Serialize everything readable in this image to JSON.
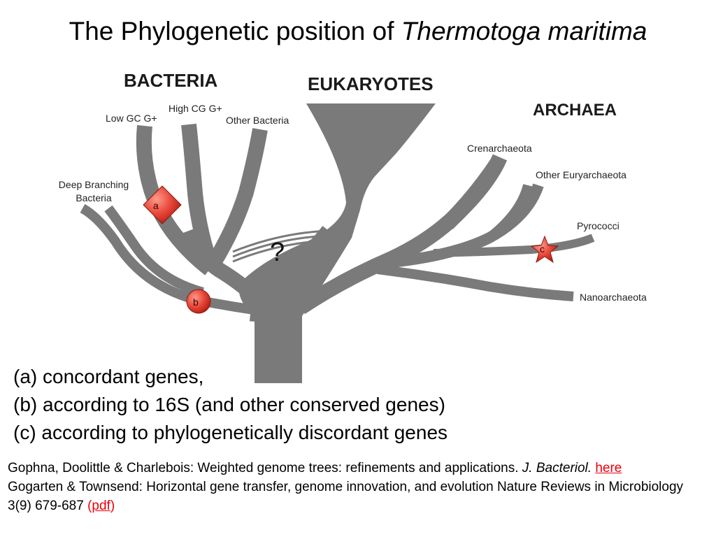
{
  "title": {
    "text": "The Phylogenetic position of ",
    "species": "Thermotoga maritima"
  },
  "tree": {
    "groups": {
      "bacteria": "BACTERIA",
      "eukaryotes": "EUKARYOTES",
      "archaea": "ARCHAEA"
    },
    "taxa": {
      "low_gc": "Low GC G+",
      "high_cg": "High CG G+",
      "other_bacteria": "Other Bacteria",
      "deep_branching_1": "Deep Branching",
      "deep_branching_2": "Bacteria",
      "crenarchaeota": "Crenarchaeota",
      "other_euryarchaeota": "Other Euryarchaeota",
      "pyrococci": "Pyrococci",
      "nanoarchaeota": "Nanoarchaeota"
    },
    "markers": {
      "a": "a",
      "b": "b",
      "c": "c"
    },
    "question": "?",
    "colors": {
      "branch": "#7a7a7a",
      "marker": "#e8483a"
    }
  },
  "legend": {
    "a": "(a) concordant genes,",
    "b": "(b) according to 16S (and other conserved genes)",
    "c": "(c) according to phylogenetically discordant genes"
  },
  "references": {
    "ref1_text": "Gophna, Doolittle & Charlebois: Weighted genome trees: refinements and applications. ",
    "ref1_journal": "J. Bacteriol.",
    "ref1_link": "here",
    "ref2_text": "Gogarten & Townsend:  Horizontal gene transfer, genome innovation, and evolution  Nature Reviews in Microbiology 3(9) 679-687 ",
    "ref2_open": "(",
    "ref2_link": "pdf",
    "ref2_close": ")"
  }
}
